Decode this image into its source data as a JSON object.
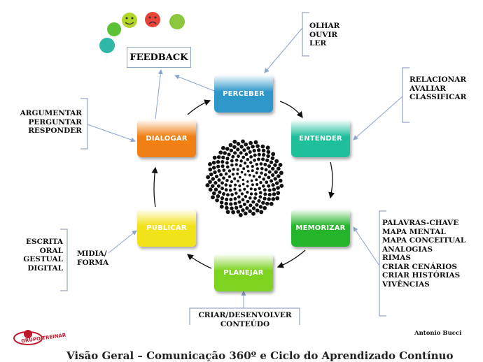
{
  "nodes": {
    "perceber": "PERCEBER",
    "entender": "ENTENDER",
    "memorizar": "MEMORIZAR",
    "planejar": "PLANEJAR",
    "publicar": "PUBLICAR",
    "dialogar": "DIALOGAR"
  },
  "feedback": "FEEDBACK",
  "labels": {
    "olhar": [
      "OLHAR",
      "OUVIR",
      "LER"
    ],
    "relacionar": [
      "RELACIONAR",
      "AVALIAR",
      "CLASSIFICAR"
    ],
    "memorizar_items": [
      "PALAVRAS-CHAVE",
      "MAPA MENTAL",
      "MAPA CONCEITUAL",
      "ANALOGIAS",
      "RIMAS",
      "CRIAR CENÁRIOS",
      "CRIAR HISTÓRIAS",
      "VIVÊNCIAS"
    ],
    "criar": [
      "CRIAR/DESENVOLVER",
      "CONTEÚDO"
    ],
    "midia": [
      "MIDIA/",
      "FORMA"
    ],
    "escrita": [
      "ESCRITA",
      "ORAL",
      "GESTUAL",
      "DIGITAL"
    ],
    "argumentar": [
      "ARGUMENTAR",
      "PERGUNTAR",
      "RESPONDER"
    ]
  },
  "author": "Antonio Bucci",
  "logo_text": "GRUPO TREINAR",
  "caption": "Visão Geral – Comunicação 360º e Ciclo do Aprendizado Contínuo",
  "colors": {
    "perceber": "#2e97c9",
    "entender": "#1fbf9c",
    "memorizar": "#25b52a",
    "planejar": "#7ed321",
    "publicar": "#f2e21a",
    "dialogar": "#f07f14",
    "bracket": "#7f90b5"
  }
}
